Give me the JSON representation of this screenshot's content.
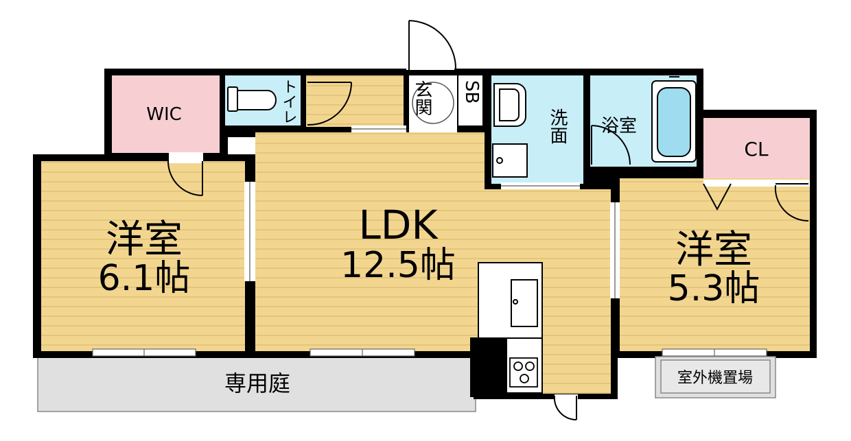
{
  "rooms": {
    "wic": "WIC",
    "toilet": "トイレ",
    "genkan": "玄関",
    "sb": "SB",
    "senmen": "洗面",
    "yokushitsu": "浴室",
    "cl": "CL",
    "west_room_name": "洋室",
    "west_room_size": "6.1帖",
    "ldk_name": "LDK",
    "ldk_size": "12.5帖",
    "east_room_name": "洋室",
    "east_room_size": "5.3帖",
    "garden": "専用庭",
    "outdoor_unit": "室外機置場"
  },
  "colors": {
    "wood": "#f2d690",
    "wood_line": "#d9b86a",
    "water": "#c8eef8",
    "storage": "#f7cfd3",
    "garden": "#e0e0e0",
    "wall": "#000000"
  }
}
